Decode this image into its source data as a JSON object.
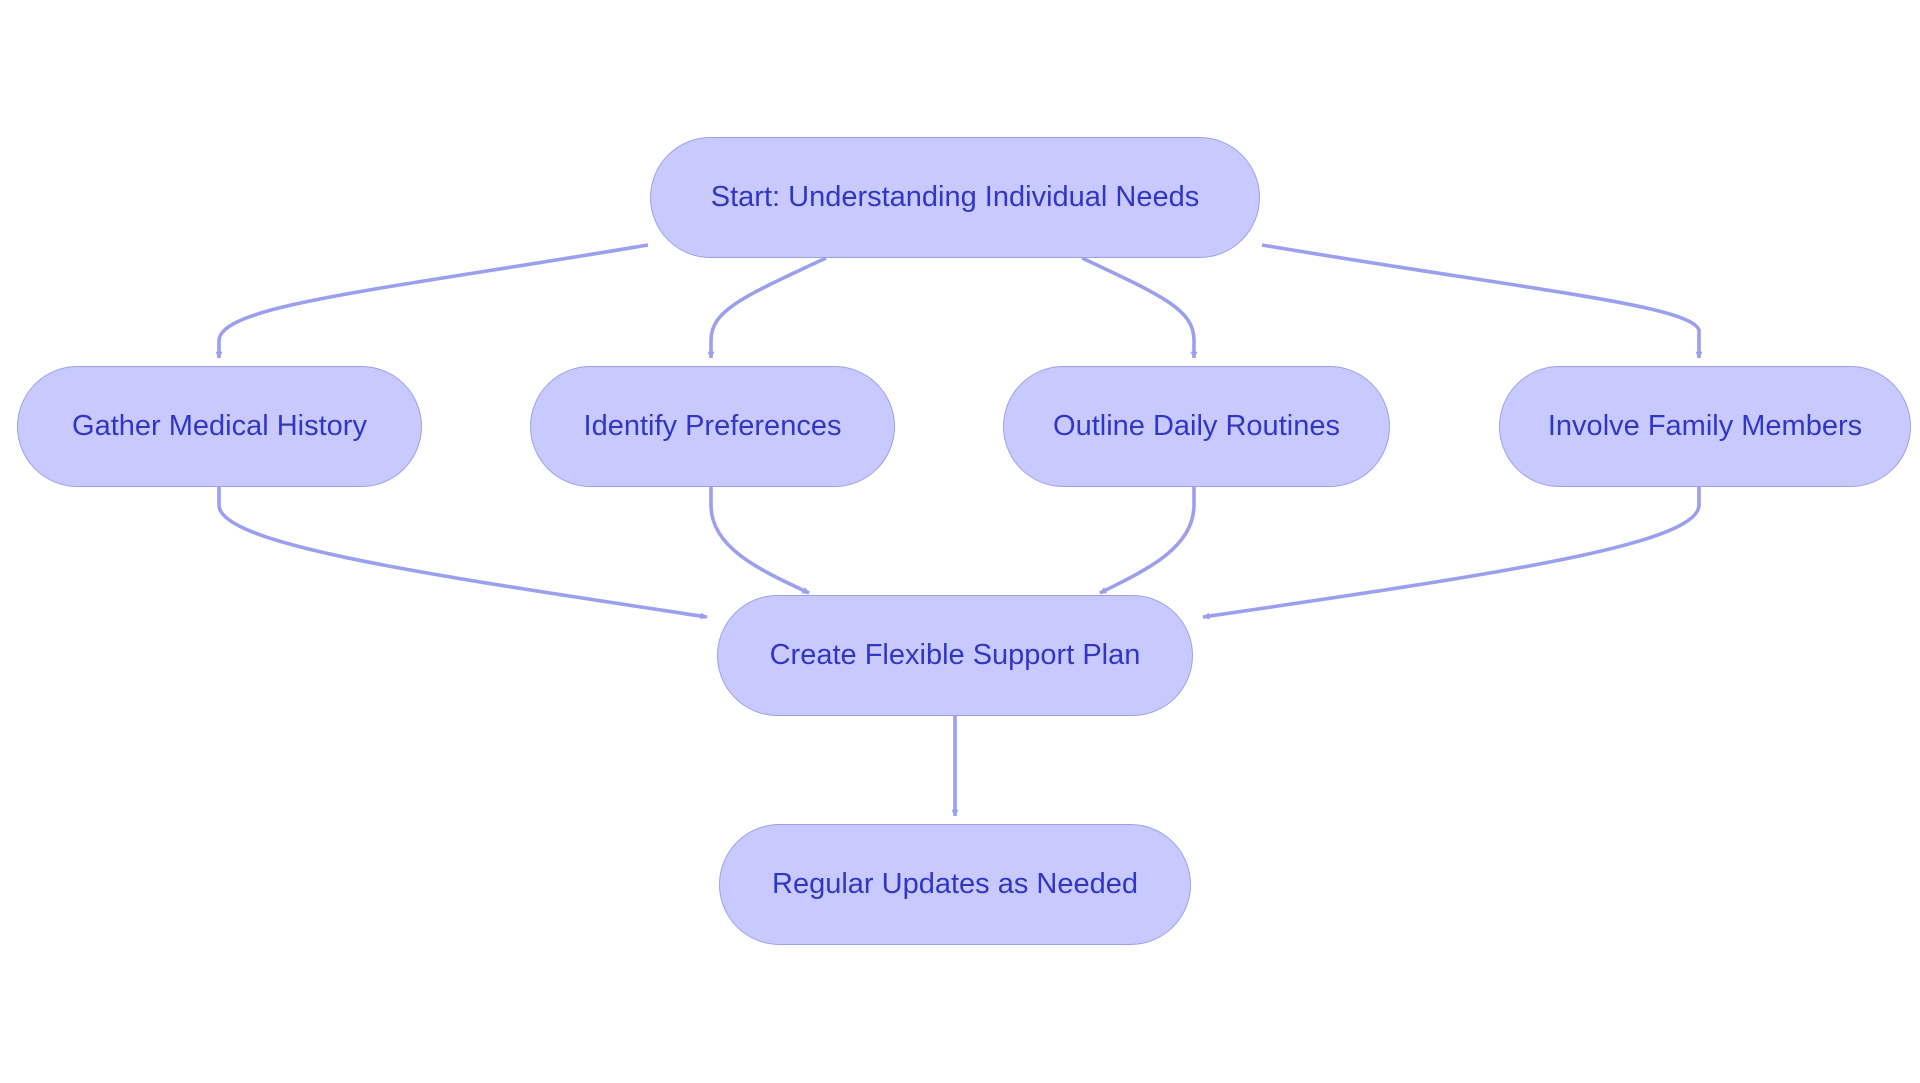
{
  "diagram": {
    "type": "flowchart",
    "colors": {
      "node_fill": "#c8caff",
      "node_border": "#9aa0ee",
      "edge": "#9aa0ee",
      "text": "#3236c4",
      "background": "#ffffff"
    },
    "nodes": {
      "start": "Start: Understanding Individual Needs",
      "medical": "Gather Medical History",
      "preferences": "Identify Preferences",
      "routines": "Outline Daily Routines",
      "family": "Involve Family Members",
      "plan": "Create Flexible Support Plan",
      "updates": "Regular Updates as Needed"
    },
    "edges": [
      {
        "from": "start",
        "to": "medical"
      },
      {
        "from": "start",
        "to": "preferences"
      },
      {
        "from": "start",
        "to": "routines"
      },
      {
        "from": "start",
        "to": "family"
      },
      {
        "from": "medical",
        "to": "plan"
      },
      {
        "from": "preferences",
        "to": "plan"
      },
      {
        "from": "routines",
        "to": "plan"
      },
      {
        "from": "family",
        "to": "plan"
      },
      {
        "from": "plan",
        "to": "updates"
      }
    ]
  }
}
